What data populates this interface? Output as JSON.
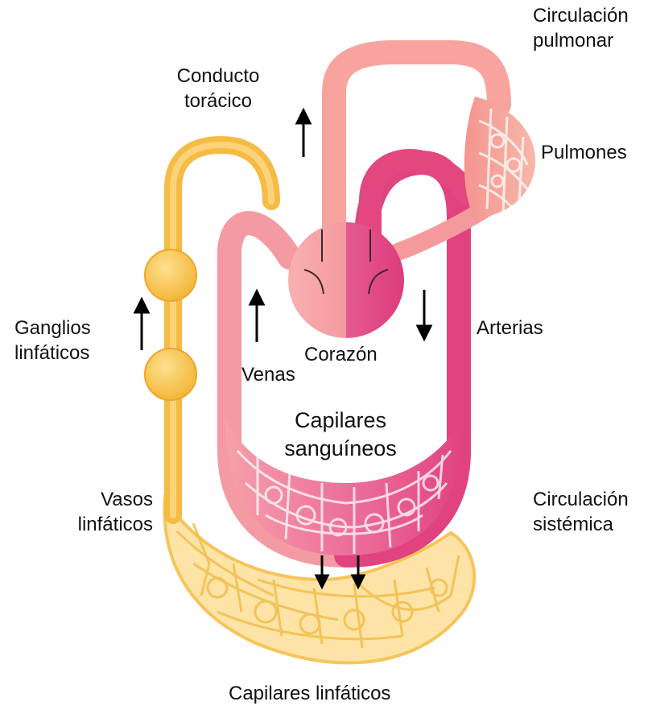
{
  "labels": {
    "pulmonary_circulation": [
      "Circulación",
      "pulmonar"
    ],
    "thoracic_duct": [
      "Conducto",
      "torácico"
    ],
    "lungs": "Pulmones",
    "lymph_nodes": [
      "Ganglios",
      "linfáticos"
    ],
    "arteries": "Arterias",
    "heart": "Corazón",
    "veins": "Venas",
    "blood_capillaries": [
      "Capilares",
      "sanguíneos"
    ],
    "lymphatic_vessels": [
      "Vasos",
      "linfáticos"
    ],
    "systemic_circulation": [
      "Circulación",
      "sistémica"
    ],
    "lymphatic_capillaries": "Capilares linfáticos"
  },
  "colors": {
    "lymph": "#f9c55a",
    "lymph_dark": "#f0a81e",
    "venous": "#f59aa2",
    "pulmonary": "#f9a3a0",
    "arterial": "#e0437f",
    "heart_right": "#f7a1a6",
    "heart_left": "#e44886",
    "arrow": "#000000"
  }
}
